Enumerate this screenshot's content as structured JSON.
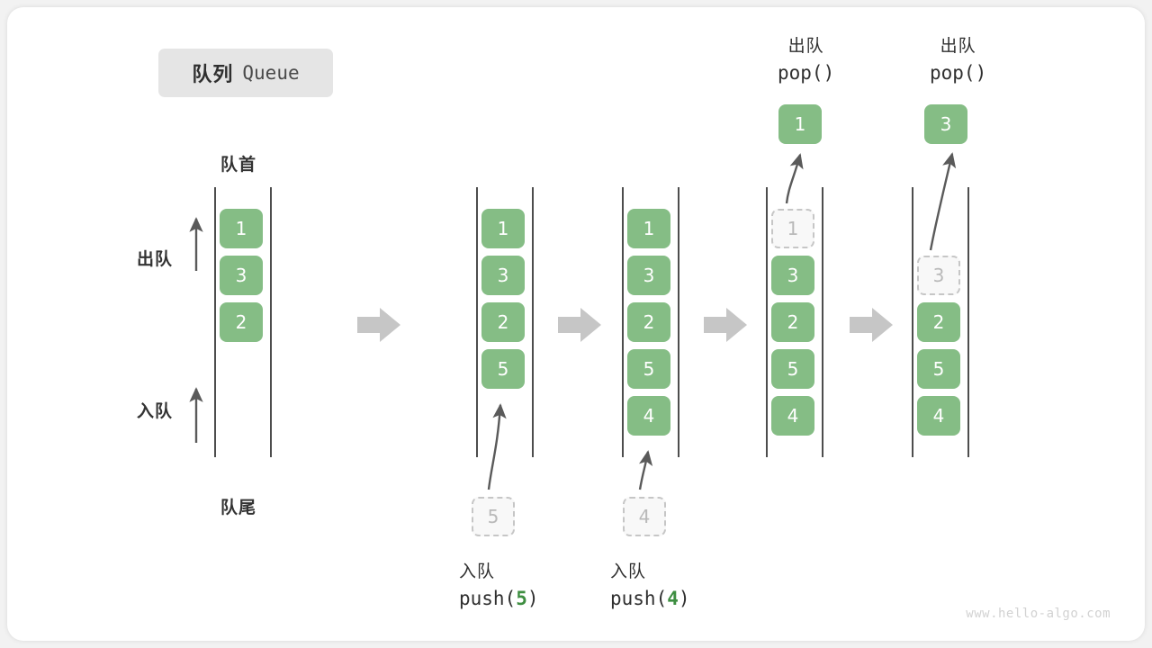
{
  "title": {
    "cn": "队列",
    "en": "Queue"
  },
  "labels": {
    "head": "队首",
    "tail": "队尾",
    "dequeue": "出队",
    "enqueue": "入队"
  },
  "colors": {
    "element": "#85bd85",
    "element_text": "#ffffff",
    "ghost_fill": "#f8f8f8",
    "ghost_border": "#c6c6c6",
    "ghost_text": "#b9b9b9",
    "rail": "#4d4d4d",
    "arrow": "#5a5a5a",
    "flow_arrow": "#c6c6c6",
    "chip_bg": "#e5e5e5",
    "accent_code": "#3e8e41",
    "watermark": "#d2d2d2"
  },
  "icons": {
    "flow": "flow-arrow-right-icon",
    "dequeue_dir": "arrow-up-icon",
    "enqueue_dir": "arrow-up-icon",
    "push_curve": "curved-arrow-up-icon",
    "pop_curve": "curved-arrow-up-icon"
  },
  "watermark": "www.hello-algo.com",
  "chart_data": {
    "type": "diagram",
    "title": "队列 Queue",
    "description": "Queue FIFO operation sequence: initial state then push(5), push(4), pop(), pop()",
    "orientation": "vertical, head at top, tail at bottom",
    "steps": [
      {
        "id": "initial",
        "operation": "",
        "operation_cn": "",
        "caption_cn": "",
        "caption_code": "",
        "contents": [
          "1",
          "3",
          "2"
        ],
        "ghost": null,
        "ghost_position": null,
        "popped": null,
        "staged": null
      },
      {
        "id": "push5",
        "operation": "push(5)",
        "operation_cn": "入队",
        "caption_cn": "入队",
        "caption_code": "push(5)",
        "caption_arg": "5",
        "contents": [
          "1",
          "3",
          "2",
          "5"
        ],
        "ghost": null,
        "ghost_position": null,
        "popped": null,
        "staged": "5"
      },
      {
        "id": "push4",
        "operation": "push(4)",
        "operation_cn": "入队",
        "caption_cn": "入队",
        "caption_code": "push(4)",
        "caption_arg": "4",
        "contents": [
          "1",
          "3",
          "2",
          "5",
          "4"
        ],
        "ghost": null,
        "ghost_position": null,
        "popped": null,
        "staged": "4"
      },
      {
        "id": "pop1",
        "operation": "pop()",
        "operation_cn": "出队",
        "caption_cn": "出队",
        "caption_code": "pop()",
        "contents": [
          "3",
          "2",
          "5",
          "4"
        ],
        "ghost": "1",
        "ghost_position": 0,
        "popped": "1",
        "staged": null
      },
      {
        "id": "pop3",
        "operation": "pop()",
        "operation_cn": "出队",
        "caption_cn": "出队",
        "caption_code": "pop()",
        "contents": [
          "2",
          "5",
          "4"
        ],
        "ghost": "3",
        "ghost_position": 1,
        "popped": "3",
        "staged": null
      }
    ],
    "values_legend": [
      "1",
      "3",
      "2",
      "5",
      "4"
    ]
  },
  "columns": {
    "c1": {
      "cells": [
        {
          "v": "1"
        },
        {
          "v": "3"
        },
        {
          "v": "2"
        }
      ]
    },
    "c2": {
      "cells": [
        {
          "v": "1"
        },
        {
          "v": "3"
        },
        {
          "v": "2"
        },
        {
          "v": "5"
        }
      ],
      "staged": "5",
      "caption_cn": "入队",
      "caption_pre": "push(",
      "caption_arg": "5",
      "caption_post": ")"
    },
    "c3": {
      "cells": [
        {
          "v": "1"
        },
        {
          "v": "3"
        },
        {
          "v": "2"
        },
        {
          "v": "5"
        },
        {
          "v": "4"
        }
      ],
      "staged": "4",
      "caption_cn": "入队",
      "caption_pre": "push(",
      "caption_arg": "4",
      "caption_post": ")"
    },
    "c4": {
      "ghost": "1",
      "cells": [
        {
          "v": "3"
        },
        {
          "v": "2"
        },
        {
          "v": "5"
        },
        {
          "v": "4"
        }
      ],
      "popped": "1",
      "caption_cn": "出队",
      "caption_code": "pop()"
    },
    "c5": {
      "ghost": "3",
      "cells": [
        {
          "v": "2"
        },
        {
          "v": "5"
        },
        {
          "v": "4"
        }
      ],
      "popped": "3",
      "caption_cn": "出队",
      "caption_code": "pop()"
    }
  }
}
